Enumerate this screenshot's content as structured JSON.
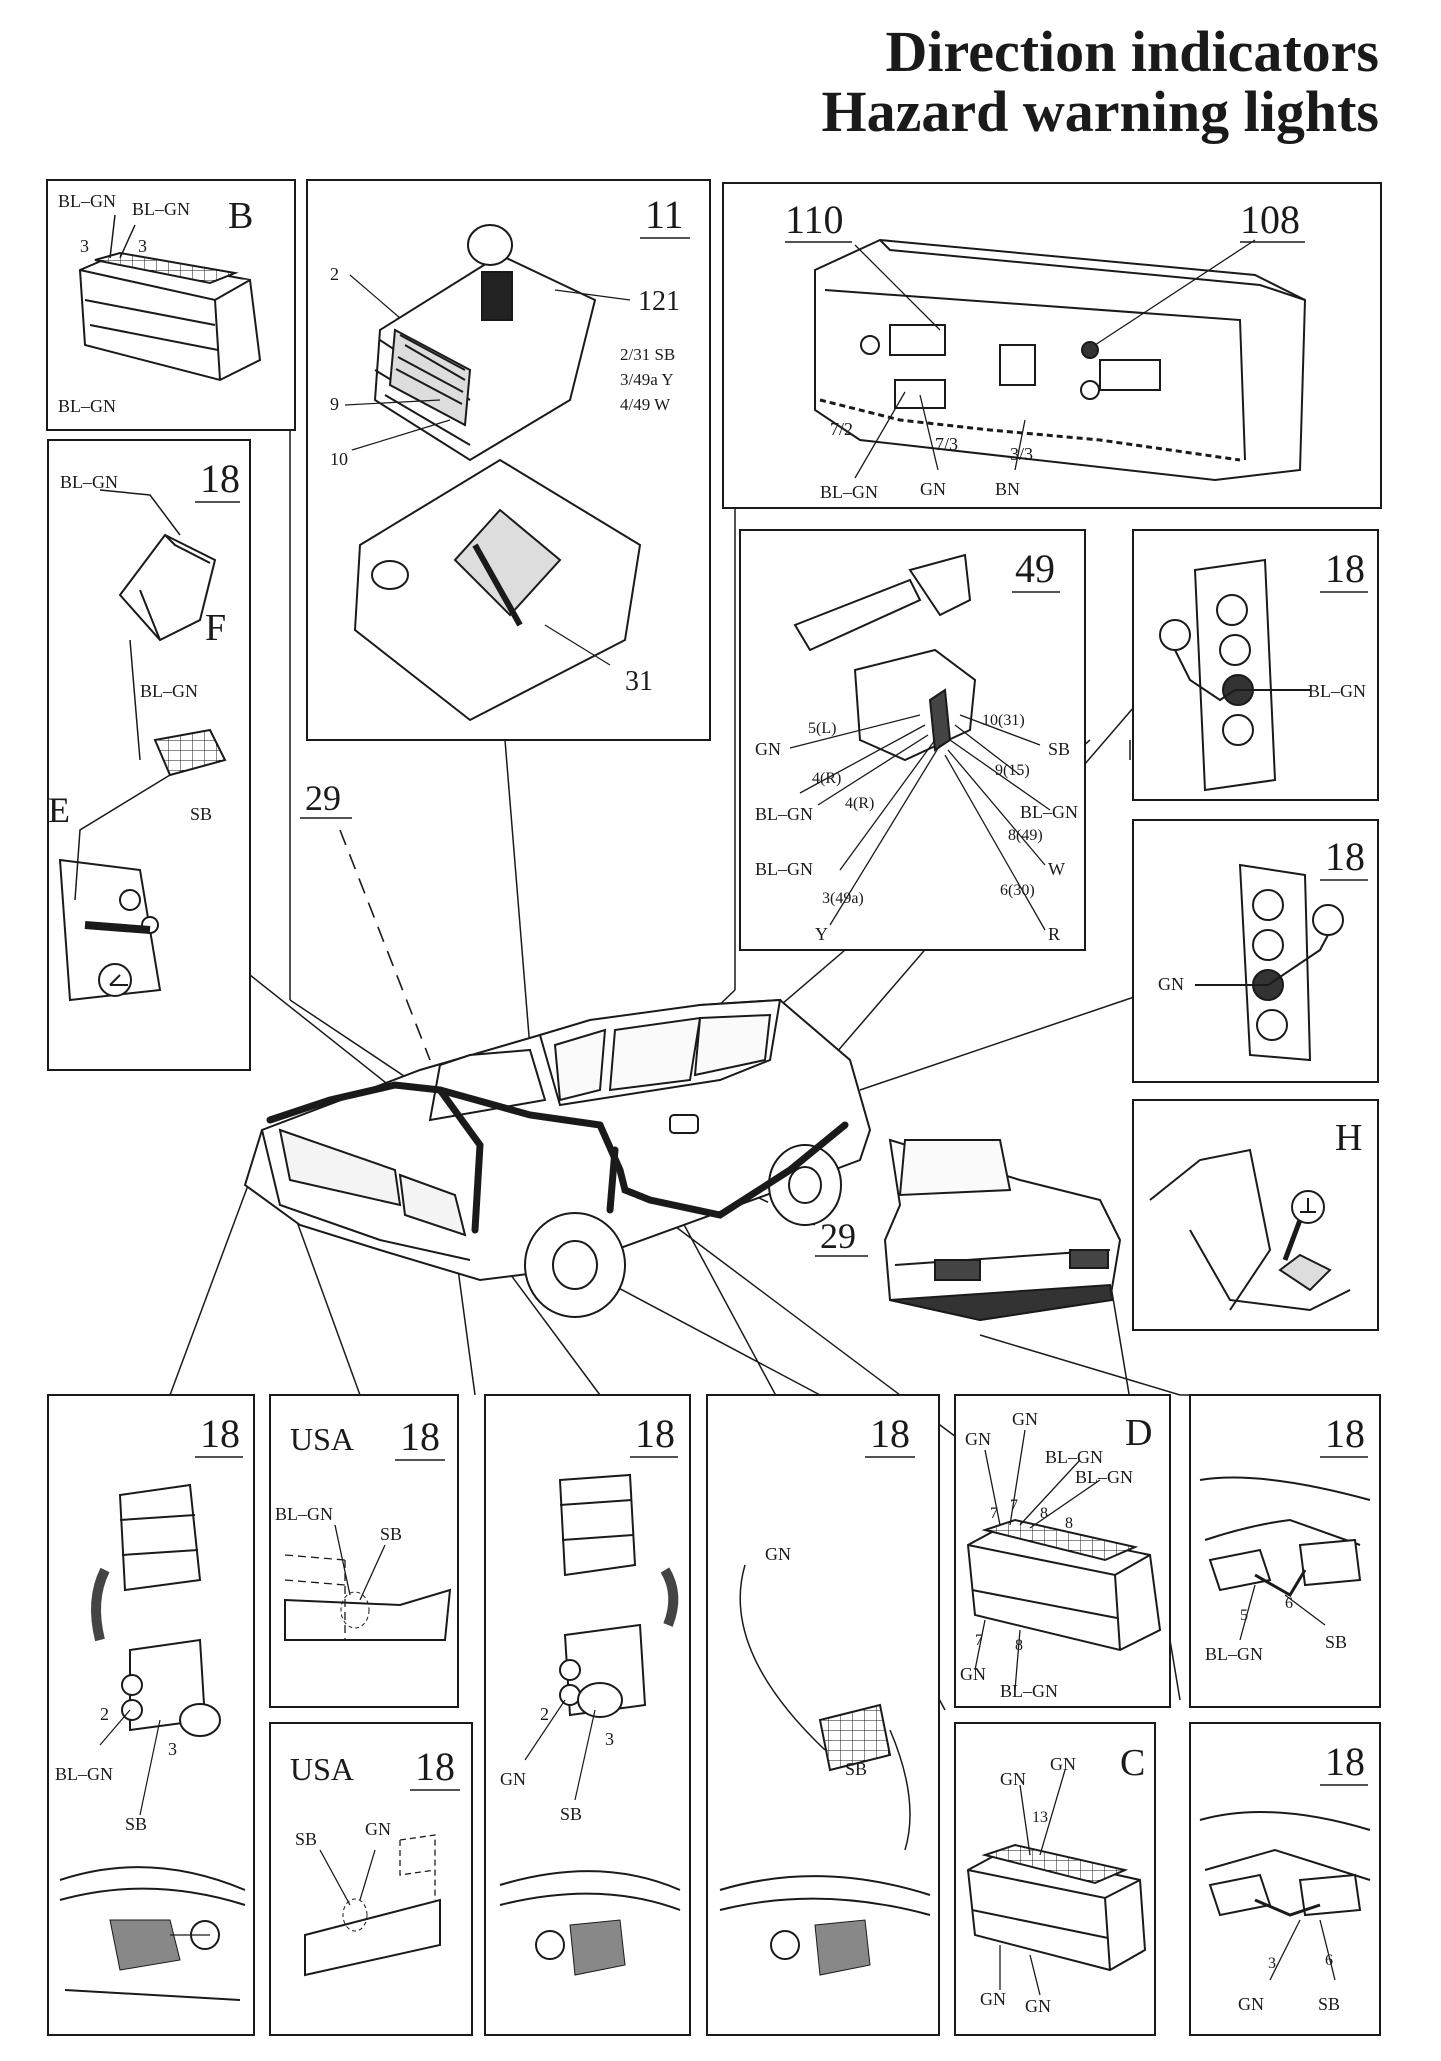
{
  "title": {
    "line1": "Direction indicators",
    "line2": "Hazard warning lights"
  },
  "panels": {
    "B": {
      "letter": "B",
      "labels": [
        "BL–GN",
        "BL–GN",
        "3",
        "3",
        "BL–GN"
      ]
    },
    "fusebox": {
      "number": "11",
      "labels": [
        "2",
        "121",
        "2/31 SB",
        "3/49a Y",
        "4/49 W",
        "9",
        "10",
        "31"
      ]
    },
    "cluster": {
      "numbers": [
        "110",
        "108"
      ],
      "labels": [
        "7/2",
        "7/3",
        "3/3",
        "BL–GN",
        "GN",
        "BN"
      ]
    },
    "left_side": {
      "number": "18",
      "labels": [
        "BL–GN",
        "F",
        "BL–GN",
        "SB",
        "E"
      ]
    },
    "switch": {
      "number": "49",
      "labels": [
        "5(L)",
        "GN",
        "4(R)",
        "4(R)",
        "BL–GN",
        "BL–GN",
        "3(49a)",
        "Y",
        "10(31)",
        "SB",
        "9(15)",
        "BL–GN",
        "8(49)",
        "W",
        "6(30)",
        "R"
      ]
    },
    "rear_lamp_1": {
      "number": "18",
      "labels": [
        "BL–GN"
      ]
    },
    "rear_lamp_2": {
      "number": "18",
      "labels": [
        "GN"
      ]
    },
    "H": {
      "letter": "H"
    },
    "front_left": {
      "number": "18",
      "labels": [
        "2",
        "3",
        "BL–GN",
        "SB"
      ]
    },
    "usa_1": {
      "region": "USA",
      "number": "18",
      "labels": [
        "BL–GN",
        "SB"
      ]
    },
    "usa_2": {
      "region": "USA",
      "number": "18",
      "labels": [
        "SB",
        "GN"
      ]
    },
    "front_right": {
      "number": "18",
      "labels": [
        "2",
        "3",
        "GN",
        "SB"
      ]
    },
    "side_right": {
      "number": "18",
      "labels": [
        "GN",
        "SB"
      ]
    },
    "D": {
      "letter": "D",
      "labels": [
        "GN",
        "GN",
        "BL–GN",
        "BL–GN",
        "7",
        "7",
        "8",
        "8",
        "7",
        "8",
        "GN",
        "BL–GN"
      ]
    },
    "C": {
      "letter": "C",
      "labels": [
        "GN",
        "GN",
        "13",
        "GN",
        "GN"
      ]
    },
    "sedan_rear_1": {
      "number": "18",
      "labels": [
        "5",
        "6",
        "BL–GN",
        "SB"
      ]
    },
    "sedan_rear_2": {
      "number": "18",
      "labels": [
        "3",
        "6",
        "GN",
        "SB"
      ]
    }
  },
  "callouts": {
    "front_29": "29",
    "side_29": "29"
  },
  "colors": {
    "ink": "#1a1a1a",
    "panel_bg": "#ffffff",
    "harness_fill": "#2a2a2a"
  }
}
